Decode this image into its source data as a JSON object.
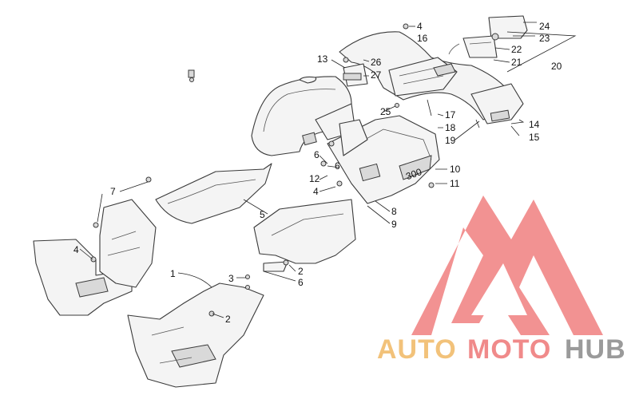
{
  "callouts": {
    "c1": "1",
    "c2a": "2",
    "c2b": "2",
    "c3": "3",
    "c4a": "4",
    "c4b": "4",
    "c4c": "4",
    "c5": "5",
    "c6a": "6",
    "c6b": "6",
    "c6c": "6",
    "c7": "7",
    "c8": "8",
    "c9": "9",
    "c10": "10",
    "c11": "11",
    "c12": "12",
    "c13": "13",
    "c14": "14",
    "c15": "15",
    "c16": "16",
    "c17": "17",
    "c18": "18",
    "c19": "19",
    "c20": "20",
    "c21": "21",
    "c22": "22",
    "c23": "23",
    "c24": "24",
    "c25": "25",
    "c26": "26",
    "c27": "27"
  },
  "decal_text": "300",
  "watermark": {
    "part1": "AUTO",
    "part2": "MOTO",
    "part3": "HUB",
    "color_auto": "#f2c27a",
    "color_moto": "#f08a8a",
    "color_hub": "#9a9a9a",
    "logo_color": "#f08080"
  }
}
